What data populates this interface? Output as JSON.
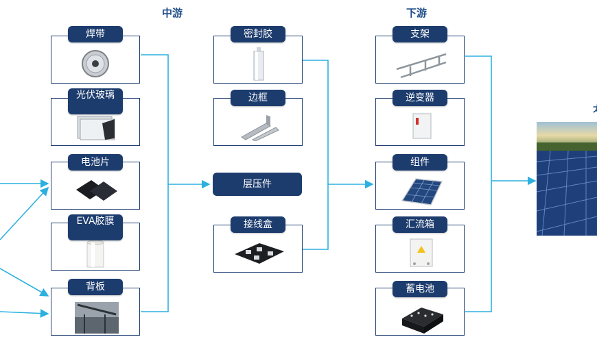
{
  "headers": {
    "midstream": "中游",
    "downstream": "下游"
  },
  "column1": [
    {
      "label": "焊带",
      "icon": "welding-ribbon-spool-icon"
    },
    {
      "label": "光伏玻璃",
      "icon": "pv-glass-sheets-icon"
    },
    {
      "label": "电池片",
      "icon": "solar-cell-wafers-icon"
    },
    {
      "label": "EVA胶膜",
      "icon": "eva-film-roll-icon"
    },
    {
      "label": "背板",
      "icon": "backsheet-structure-icon"
    }
  ],
  "column2": [
    {
      "label": "密封胶",
      "icon": "sealant-tube-icon"
    },
    {
      "label": "边框",
      "icon": "aluminum-frame-icon"
    },
    {
      "label": "接线盒",
      "icon": "junction-box-icon"
    }
  ],
  "laminate": "层压件",
  "column3": [
    {
      "label": "支架",
      "icon": "mounting-bracket-icon"
    },
    {
      "label": "逆变器",
      "icon": "inverter-icon"
    },
    {
      "label": "组件",
      "icon": "solar-module-icon"
    },
    {
      "label": "汇流箱",
      "icon": "combiner-box-icon"
    },
    {
      "label": "蓄电池",
      "icon": "battery-bank-icon"
    }
  ],
  "power_plant_icon": "solar-farm-photo-icon",
  "cut_text": "太",
  "colors": {
    "label_bg": "#1d3c6e",
    "arrow": "#2bb0df",
    "header": "#1f4e89"
  }
}
